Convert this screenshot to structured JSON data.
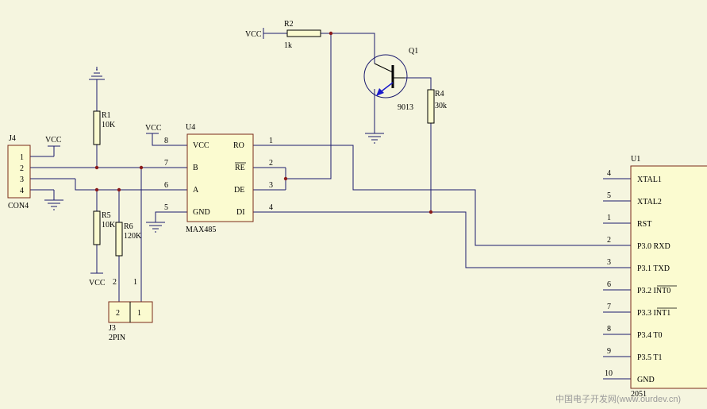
{
  "power": {
    "vcc": "VCC"
  },
  "r2": {
    "ref": "R2",
    "value": "1k"
  },
  "q1": {
    "ref": "Q1",
    "part": "9013"
  },
  "r4": {
    "ref": "R4",
    "value": "30k"
  },
  "r1": {
    "ref": "R1",
    "value": "10K"
  },
  "r5": {
    "ref": "R5",
    "value": "10K"
  },
  "r6": {
    "ref": "R6",
    "value": "120K"
  },
  "j4": {
    "ref": "J4",
    "part": "CON4",
    "pins": [
      "1",
      "2",
      "3",
      "4"
    ]
  },
  "j3": {
    "ref": "J3",
    "part": "2PIN",
    "pins": [
      "2",
      "1"
    ],
    "wire_labels": [
      "2",
      "1"
    ]
  },
  "u4": {
    "ref": "U4",
    "part": "MAX485",
    "left_pins": [
      {
        "num": "8",
        "name": "VCC"
      },
      {
        "num": "7",
        "name": "B"
      },
      {
        "num": "6",
        "name": "A"
      },
      {
        "num": "5",
        "name": "GND"
      }
    ],
    "right_pins": [
      {
        "num": "1",
        "name": "RO"
      },
      {
        "num": "2",
        "name": "RE"
      },
      {
        "num": "3",
        "name": "DE"
      },
      {
        "num": "4",
        "name": "DI"
      }
    ]
  },
  "u1": {
    "ref": "U1",
    "part": "2051",
    "pins": [
      {
        "num": "4",
        "name": "XTAL1"
      },
      {
        "num": "5",
        "name": "XTAL2"
      },
      {
        "num": "1",
        "name": "RST"
      },
      {
        "num": "2",
        "name": "P3.0 RXD"
      },
      {
        "num": "3",
        "name": "P3.1 TXD"
      },
      {
        "num": "6",
        "name": "P3.2 INT0"
      },
      {
        "num": "7",
        "name": "P3.3 INT1"
      },
      {
        "num": "8",
        "name": "P3.4 T0"
      },
      {
        "num": "9",
        "name": "P3.5 T1"
      },
      {
        "num": "10",
        "name": "GND"
      }
    ]
  },
  "watermark": "中国电子开发网(www.ourdev.cn)"
}
